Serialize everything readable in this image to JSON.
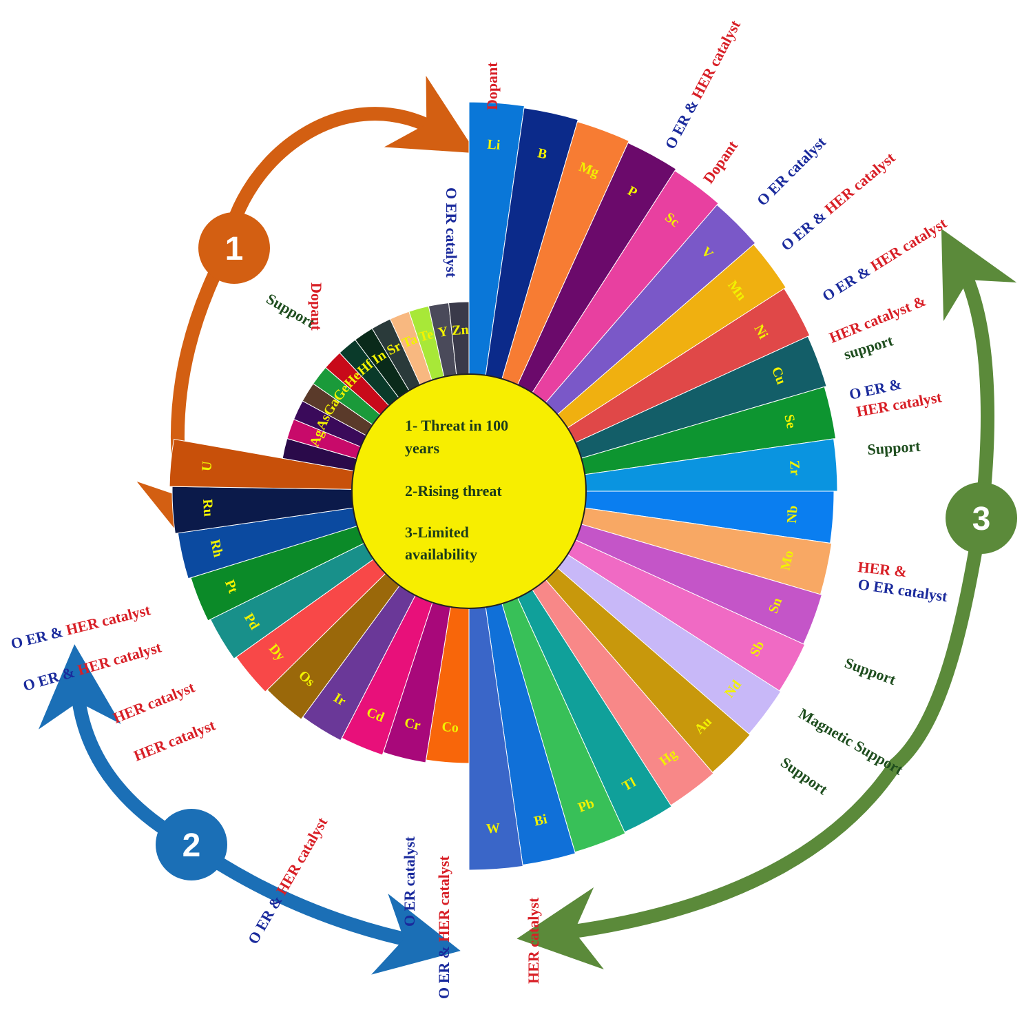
{
  "legend": {
    "line1a": "1- Threat in 100",
    "line1b": "years",
    "line2": "2-Rising threat",
    "line3a": "3-Limited",
    "line3b": "availability"
  },
  "badges": [
    "1",
    "2",
    "3"
  ],
  "colors": {
    "center": "#f7ee00",
    "group1_arrow": "#d35f12",
    "group2_arrow": "#1b6fb6",
    "group3_arrow": "#5b8a3a",
    "role_red": "#d81f26",
    "role_blue": "#1a2a9c",
    "role_green": "#1e4d1e"
  },
  "outer_ring": [
    {
      "symbol": "Li",
      "color": "#0a77d8"
    },
    {
      "symbol": "B",
      "color": "#0b2a8a"
    },
    {
      "symbol": "Mg",
      "color": "#f77c33"
    },
    {
      "symbol": "P",
      "color": "#6b0a6b"
    },
    {
      "symbol": "Sc",
      "color": "#e840a0"
    },
    {
      "symbol": "V",
      "color": "#7a58c8"
    },
    {
      "symbol": "Mn",
      "color": "#f0b010"
    },
    {
      "symbol": "Ni",
      "color": "#e04848"
    },
    {
      "symbol": "Cu",
      "color": "#135e68"
    },
    {
      "symbol": "Se",
      "color": "#0d9530"
    },
    {
      "symbol": "Zr",
      "color": "#0a94e0"
    },
    {
      "symbol": "Nb",
      "color": "#0a7ef0"
    },
    {
      "symbol": "Mo",
      "color": "#f8a864"
    },
    {
      "symbol": "Sn",
      "color": "#c455c8"
    },
    {
      "symbol": "Sb",
      "color": "#f06ac4"
    },
    {
      "symbol": "Nd",
      "color": "#c8b8f8"
    },
    {
      "symbol": "Au",
      "color": "#c8980c"
    },
    {
      "symbol": "Hg",
      "color": "#f88888"
    },
    {
      "symbol": "Tl",
      "color": "#10a09a"
    },
    {
      "symbol": "Pb",
      "color": "#38c058"
    },
    {
      "symbol": "Bi",
      "color": "#1070d8"
    },
    {
      "symbol": "W",
      "color": "#3a66c8"
    }
  ],
  "lower_ring": [
    {
      "symbol": "Co",
      "color": "#f8660a"
    },
    {
      "symbol": "Cr",
      "color": "#a8087a"
    },
    {
      "symbol": "Cd",
      "color": "#e8107a"
    },
    {
      "symbol": "Ir",
      "color": "#6a3898"
    },
    {
      "symbol": "Os",
      "color": "#9a680a"
    },
    {
      "symbol": "Dy",
      "color": "#f84848"
    },
    {
      "symbol": "Pd",
      "color": "#18908a"
    },
    {
      "symbol": "Pt",
      "color": "#0b8a28"
    },
    {
      "symbol": "Rh",
      "color": "#0b4aa0"
    },
    {
      "symbol": "Ru",
      "color": "#0b1a4a"
    },
    {
      "symbol": "U",
      "color": "#c8500a"
    }
  ],
  "inner_ring": [
    {
      "symbol": "",
      "color": "#2a0a4a"
    },
    {
      "symbol": "Ag",
      "color": "#c80a6a"
    },
    {
      "symbol": "As",
      "color": "#3a0a5a"
    },
    {
      "symbol": "Ga",
      "color": "#5a3a2a"
    },
    {
      "symbol": "Ge",
      "color": "#1a9a3a"
    },
    {
      "symbol": "He",
      "color": "#c80a1a"
    },
    {
      "symbol": "Hf",
      "color": "#0a3a2a"
    },
    {
      "symbol": "In",
      "color": "#0a2a1a"
    },
    {
      "symbol": "Sr",
      "color": "#2a3a3a"
    },
    {
      "symbol": "Ta",
      "color": "#f8b880"
    },
    {
      "symbol": "Te",
      "color": "#a8e838"
    },
    {
      "symbol": "Y",
      "color": "#4a4a5a"
    },
    {
      "symbol": "Zn",
      "color": "#3a3a4a"
    }
  ],
  "roles": [
    {
      "parts": [
        {
          "t": "Dopant",
          "c": "r"
        }
      ]
    },
    {
      "parts": [
        {
          "t": "O ER & ",
          "c": "b"
        },
        {
          "t": "HER catalyst",
          "c": "r"
        }
      ]
    },
    {
      "parts": [
        {
          "t": "Dopant",
          "c": "r"
        }
      ]
    },
    {
      "parts": [
        {
          "t": "O ER catalyst",
          "c": "b"
        }
      ]
    },
    {
      "parts": [
        {
          "t": "O ER & ",
          "c": "b"
        },
        {
          "t": "HER catalyst",
          "c": "r"
        }
      ]
    },
    {
      "parts": [
        {
          "t": "O ER & ",
          "c": "b"
        },
        {
          "t": "HER catalyst",
          "c": "r"
        }
      ]
    },
    {
      "parts": [
        {
          "t": "HER catalyst &",
          "c": "r"
        }
      ]
    },
    {
      "parts": [
        {
          "t": "support",
          "c": "g"
        }
      ]
    },
    {
      "parts": [
        {
          "t": "O ER &",
          "c": "b"
        }
      ]
    },
    {
      "parts": [
        {
          "t": "HER catalyst",
          "c": "r"
        }
      ]
    },
    {
      "parts": [
        {
          "t": "Support",
          "c": "g"
        }
      ]
    },
    {
      "parts": [
        {
          "t": "HER &",
          "c": "r"
        }
      ]
    },
    {
      "parts": [
        {
          "t": "O ER catalyst",
          "c": "b"
        }
      ]
    },
    {
      "parts": [
        {
          "t": "Support",
          "c": "g"
        }
      ]
    },
    {
      "parts": [
        {
          "t": "Magnetic Support",
          "c": "g"
        }
      ]
    },
    {
      "parts": [
        {
          "t": "Support",
          "c": "g"
        }
      ]
    },
    {
      "parts": [
        {
          "t": "HER catalyst",
          "c": "r"
        }
      ]
    },
    {
      "parts": [
        {
          "t": "O ER & ",
          "c": "b"
        },
        {
          "t": "HER catalyst",
          "c": "r"
        }
      ]
    },
    {
      "parts": [
        {
          "t": "O ER catalyst",
          "c": "b"
        }
      ]
    },
    {
      "parts": [
        {
          "t": "O ER & ",
          "c": "b"
        },
        {
          "t": "HER catalyst",
          "c": "r"
        }
      ]
    },
    {
      "parts": [
        {
          "t": "HER catalyst",
          "c": "r"
        }
      ]
    },
    {
      "parts": [
        {
          "t": "HER catalyst",
          "c": "r"
        }
      ]
    },
    {
      "parts": [
        {
          "t": "O ER & ",
          "c": "b"
        },
        {
          "t": "HER catalyst",
          "c": "r"
        }
      ]
    },
    {
      "parts": [
        {
          "t": "O ER & ",
          "c": "b"
        },
        {
          "t": "HER catalyst",
          "c": "r"
        }
      ]
    },
    {
      "parts": [
        {
          "t": "Support",
          "c": "g"
        }
      ]
    },
    {
      "parts": [
        {
          "t": "Dopant",
          "c": "r"
        }
      ]
    },
    {
      "parts": [
        {
          "t": "O ER catalyst",
          "c": "b"
        }
      ]
    }
  ]
}
